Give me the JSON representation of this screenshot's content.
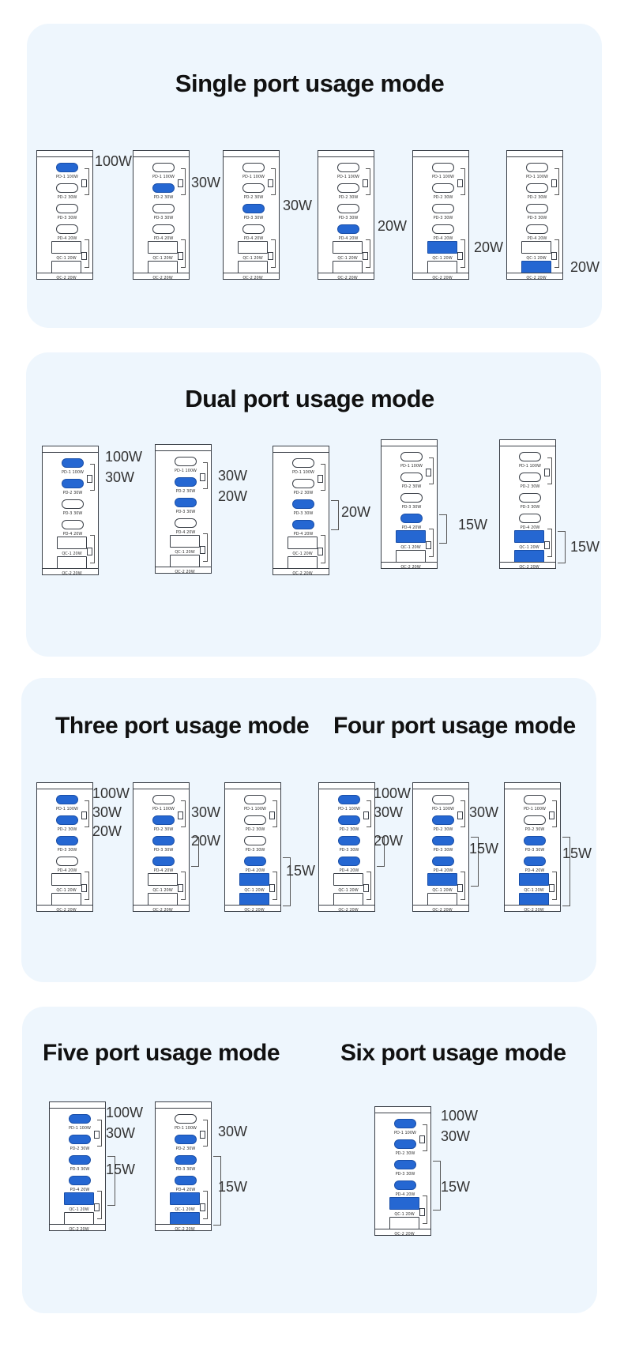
{
  "port_labels": [
    "PD-1 100W",
    "PD-2 30W",
    "PD-3 30W",
    "PD-4 20W",
    "QC-1 20W",
    "QC-2 20W"
  ],
  "colors": {
    "panel": "#eef6fd",
    "active_port": "#2567d2",
    "outline": "#3a3f47"
  },
  "sections": [
    {
      "title": "Single port usage mode",
      "configs": [
        {
          "active": [
            0
          ],
          "watts": [
            "100W"
          ]
        },
        {
          "active": [
            1
          ],
          "watts": [
            "30W"
          ]
        },
        {
          "active": [
            2
          ],
          "watts": [
            "30W"
          ]
        },
        {
          "active": [
            3
          ],
          "watts": [
            "20W"
          ]
        },
        {
          "active": [
            4
          ],
          "watts": [
            "20W"
          ]
        },
        {
          "active": [
            5
          ],
          "watts": [
            "20W"
          ]
        }
      ]
    },
    {
      "title": "Dual port usage mode",
      "configs": [
        {
          "active": [
            0,
            1
          ],
          "watts": [
            "100W",
            "30W"
          ]
        },
        {
          "active": [
            1,
            2
          ],
          "watts": [
            "30W",
            "20W"
          ]
        },
        {
          "active": [
            2,
            3
          ],
          "watts": [
            "20W"
          ]
        },
        {
          "active": [
            3,
            4
          ],
          "watts": [
            "15W"
          ]
        },
        {
          "active": [
            4,
            5
          ],
          "watts": [
            "15W"
          ]
        }
      ]
    },
    {
      "title": "Three port usage mode",
      "configs": [
        {
          "active": [
            0,
            1,
            2
          ],
          "watts": [
            "100W",
            "30W",
            "20W"
          ]
        },
        {
          "active": [
            1,
            2,
            3
          ],
          "watts": [
            "30W",
            "20W"
          ]
        },
        {
          "active": [
            3,
            4,
            5
          ],
          "watts": [
            "15W"
          ]
        }
      ]
    },
    {
      "title": "Four port usage mode",
      "configs": [
        {
          "active": [
            0,
            1,
            2,
            3
          ],
          "watts": [
            "100W",
            "30W",
            "20W"
          ]
        },
        {
          "active": [
            1,
            2,
            3,
            4
          ],
          "watts": [
            "30W",
            "15W"
          ]
        },
        {
          "active": [
            2,
            3,
            4,
            5
          ],
          "watts": [
            "15W"
          ]
        }
      ]
    },
    {
      "title": "Five port usage mode",
      "configs": [
        {
          "active": [
            0,
            1,
            2,
            3,
            4
          ],
          "watts": [
            "100W",
            "30W",
            "15W"
          ]
        },
        {
          "active": [
            1,
            2,
            3,
            4,
            5
          ],
          "watts": [
            "30W",
            "15W"
          ]
        }
      ]
    },
    {
      "title": "Six port usage mode",
      "configs": [
        {
          "active": [
            0,
            1,
            2,
            3,
            4
          ],
          "watts": [
            "100W",
            "30W",
            "15W"
          ]
        }
      ]
    }
  ]
}
